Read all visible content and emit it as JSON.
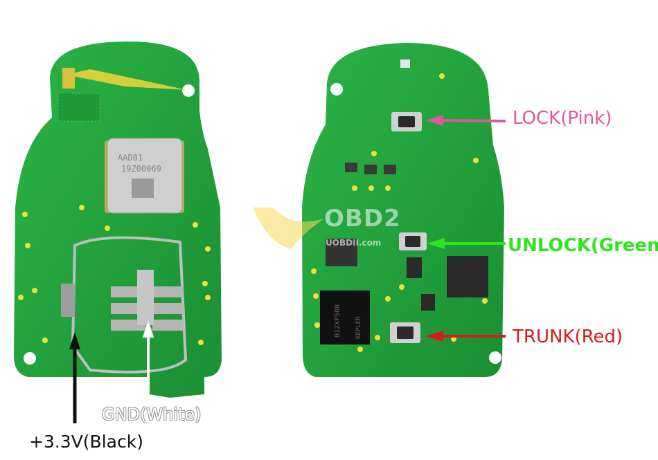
{
  "labels": {
    "lock": "LOCK(Pink)",
    "unlock": "UNLOCK(Green)",
    "trunk": "TRUNK(Red)",
    "gnd": "GND(White)",
    "vcc": "+3.3V(Black)"
  },
  "watermark": {
    "brand": "OBD2",
    "url": "UOBDII.com"
  },
  "chip_markings": {
    "shield_line1": "AAD01",
    "shield_line2": "19Z00069",
    "ic": "012XP508",
    "ic_brand": "KEPLER"
  },
  "colors": {
    "pcb": "#21a33b",
    "lock_arrow": "#e0579f",
    "unlock_arrow": "#2fe61e",
    "trunk_arrow": "#d81a1a",
    "gnd_arrow": "#ffffff",
    "vcc_arrow": "#111111"
  }
}
